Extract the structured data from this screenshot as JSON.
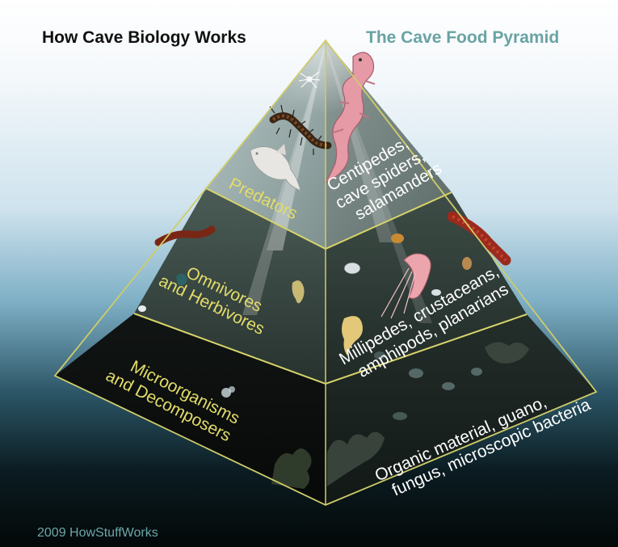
{
  "header": {
    "title_left": "How Cave Biology Works",
    "title_right": "The Cave Food Pyramid"
  },
  "footer": {
    "credit": "2009 HowStuffWorks"
  },
  "tiers": [
    {
      "level_label": [
        "Predators"
      ],
      "examples": [
        "Centipedes,",
        "cave spiders,",
        "salamanders"
      ]
    },
    {
      "level_label": [
        "Omnivores",
        "and Herbivores"
      ],
      "examples": [
        "Millipedes, crustaceans,",
        "amphipods, planarians"
      ]
    },
    {
      "level_label": [
        "Microorganisms",
        "and Decomposers"
      ],
      "examples": [
        "Organic material, guano,",
        "fungus, microscopic bacteria"
      ]
    }
  ],
  "colors": {
    "level_label_text": "#e3dc6a",
    "example_text": "#ffffff",
    "tier_divider": "#d8d46a",
    "left_title": "#111111",
    "right_title": "#6aa3a3",
    "credit": "#6ca6a8"
  },
  "icons": [
    "spider-icon",
    "salamander-icon",
    "centipede-icon",
    "cave-fish-icon",
    "millipede-icon",
    "shrimp-icon",
    "isopod-icon",
    "planarian-icon",
    "fungus-icon"
  ]
}
